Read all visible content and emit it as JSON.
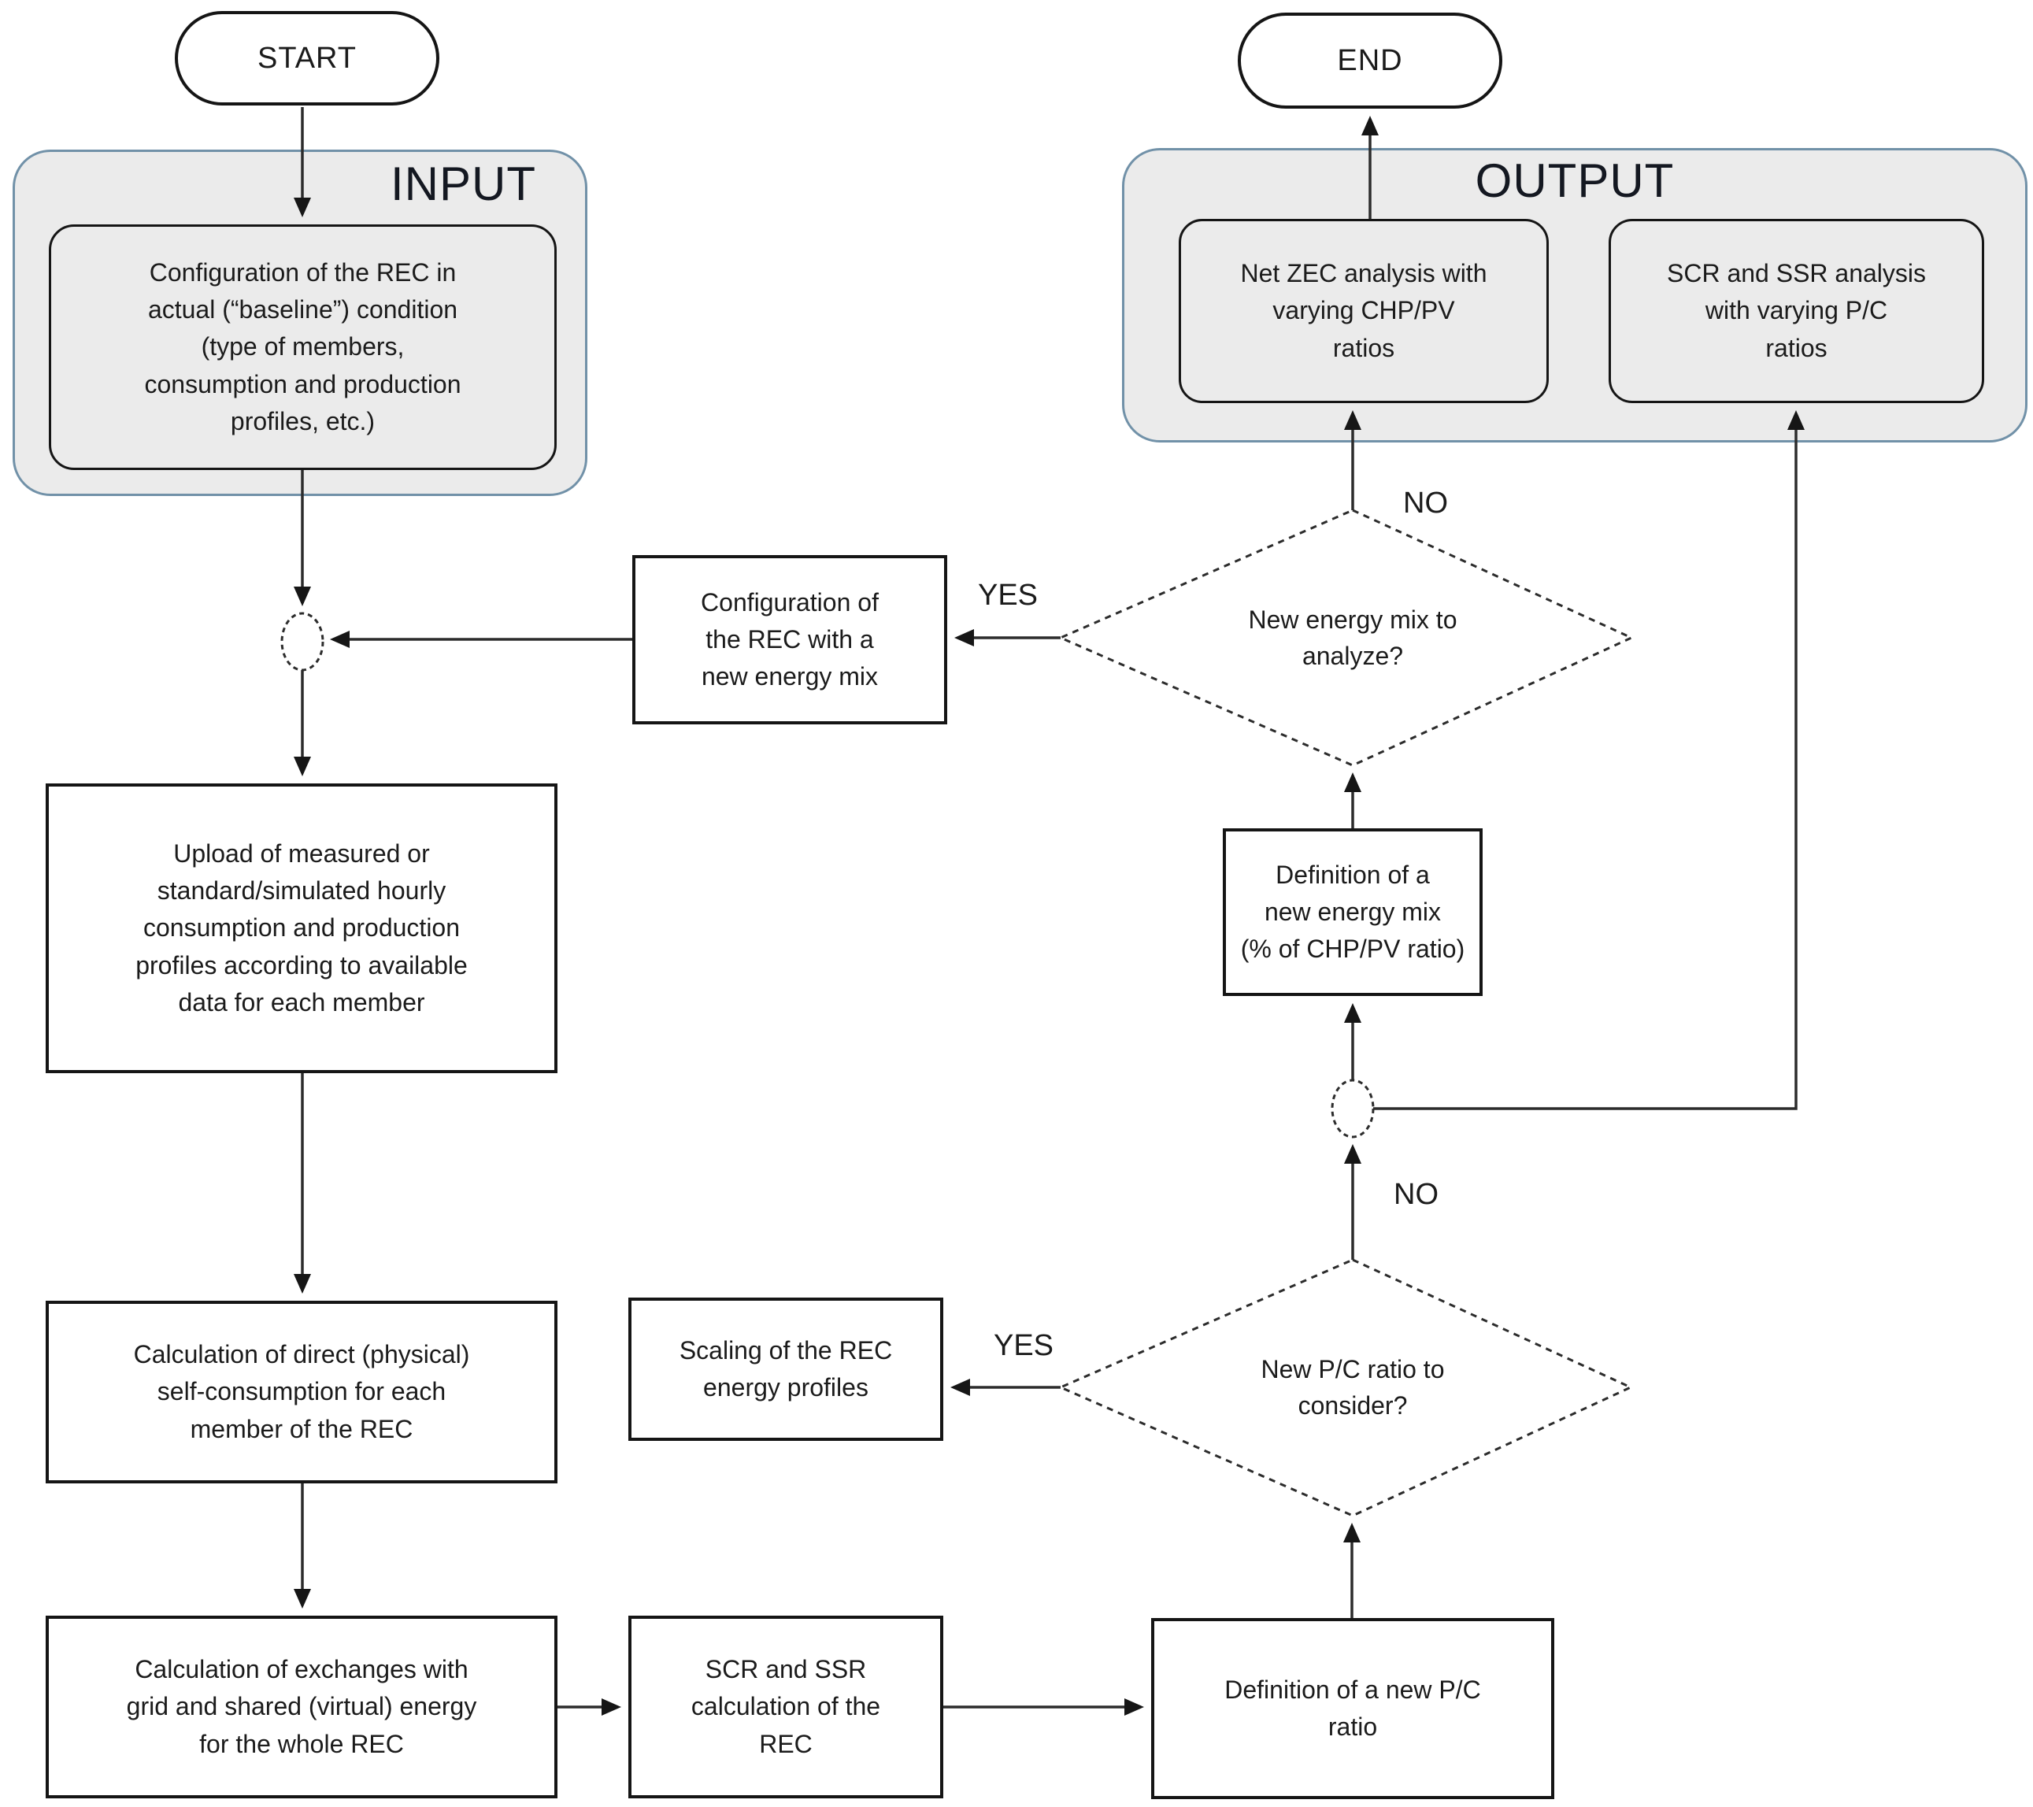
{
  "figure": {
    "kind": "flowchart"
  },
  "terminals": {
    "start": "START",
    "end": "END"
  },
  "groups": {
    "input": "INPUT",
    "output": "OUTPUT"
  },
  "nodes": {
    "input_config": "Configuration of the REC in\nactual (“baseline”) condition\n(type of members,\nconsumption and production\nprofiles, etc.)",
    "upload": "Upload of measured or\nstandard/simulated hourly\nconsumption and production\nprofiles according to available\ndata for each member",
    "calc_direct": "Calculation of direct (physical)\nself-consumption for each\nmember of the REC",
    "calc_exchanges": "Calculation of exchanges with\ngrid and shared (virtual) energy\nfor the whole REC",
    "config_new_mix": "Configuration of\nthe REC with a\nnew energy mix",
    "scaling": "Scaling of the REC\nenergy profiles",
    "scr_calc": "SCR and SSR\ncalculation of the\nREC",
    "def_pc": "Definition of a new P/C\nratio",
    "def_mix": "Definition of a\nnew energy mix\n(% of CHP/PV ratio)",
    "net_zec": "Net ZEC analysis with\nvarying CHP/PV\nratios",
    "scr_ssr_analysis": "SCR and SSR analysis\nwith varying P/C\nratios"
  },
  "decisions": {
    "new_energy_mix": "New energy mix to\nanalyze?",
    "new_pc_ratio": "New P/C ratio to\nconsider?"
  },
  "edge_labels": {
    "yes_new_mix": "YES",
    "no_new_mix": "NO",
    "yes_new_pc": "YES",
    "no_new_pc": "NO"
  },
  "colors": {
    "group_fill": "#ebebeb",
    "group_border": "#7191a8",
    "node_border": "#151515",
    "line": "#2c2c2c",
    "text": "#1b1b1b",
    "background": "#ffffff"
  }
}
